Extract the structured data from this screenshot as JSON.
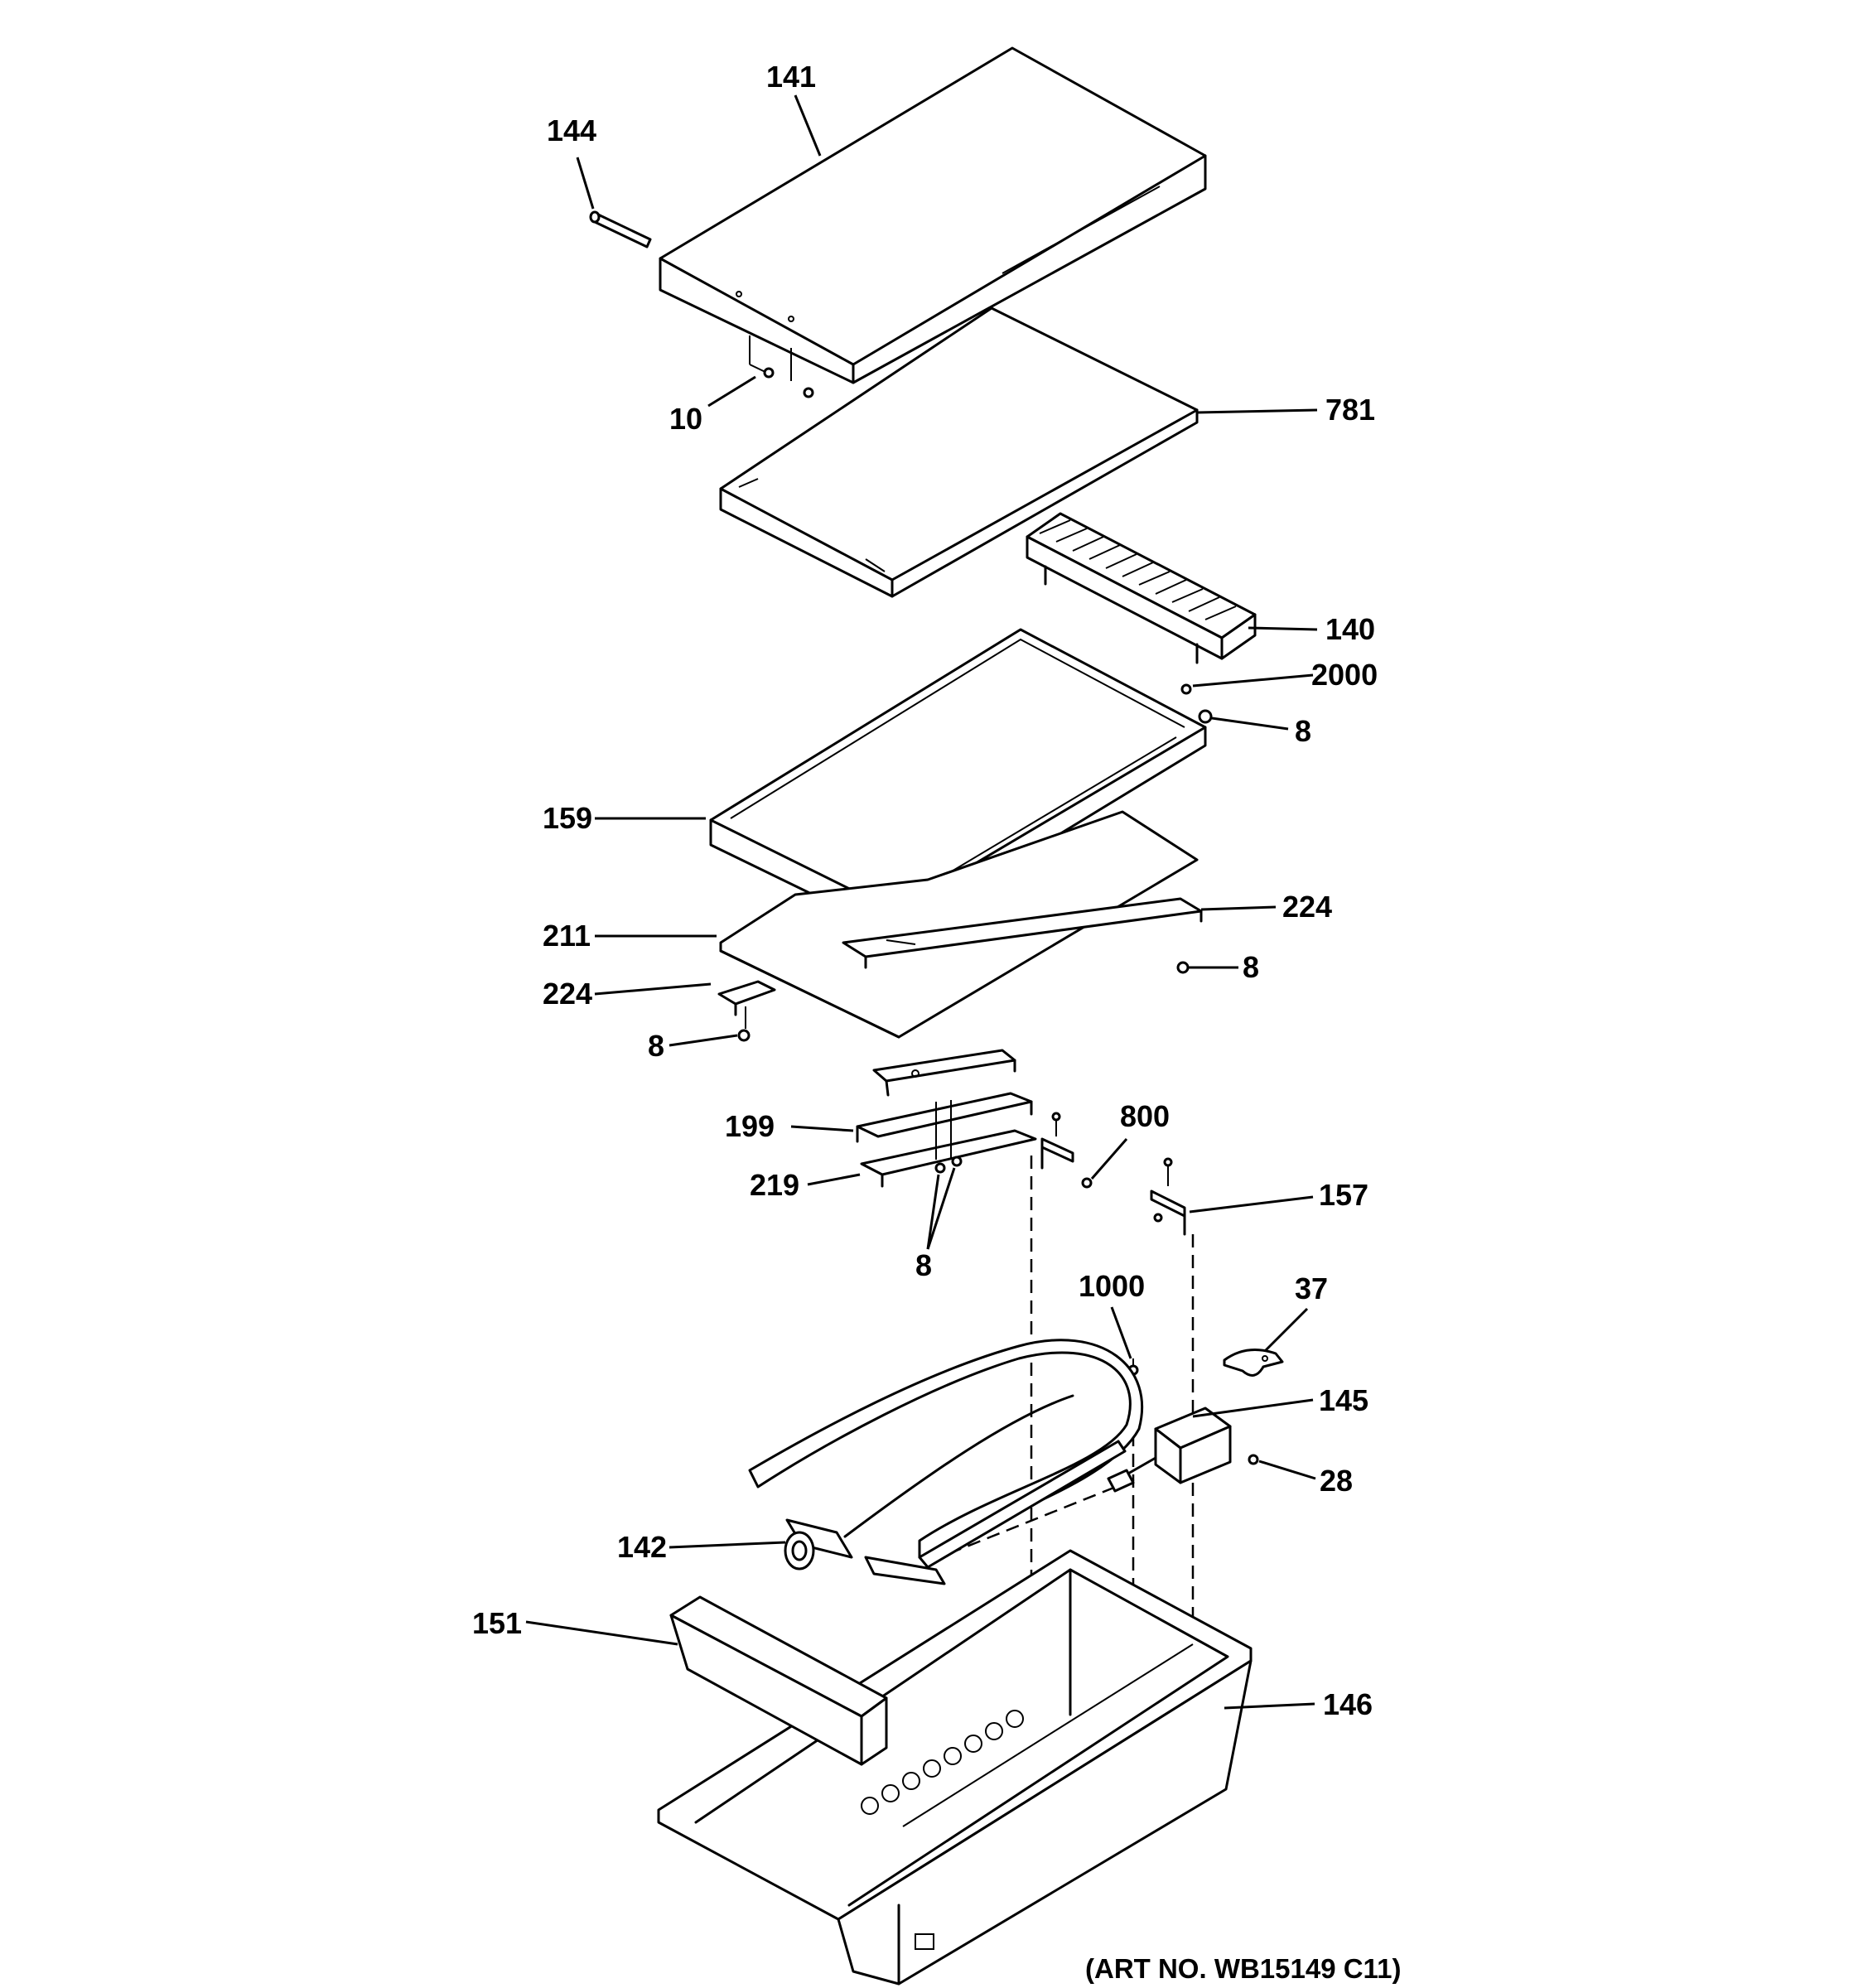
{
  "art_number": "(ART NO. WB15149 C11)",
  "callouts": {
    "c141": "141",
    "c144": "144",
    "c10": "10",
    "c781": "781",
    "c140": "140",
    "c2000": "2000",
    "c8_griddle": "8",
    "c159": "159",
    "c224_right": "224",
    "c211": "211",
    "c8_right": "8",
    "c224_left": "224",
    "c8_left": "8",
    "c199": "199",
    "c800": "800",
    "c219": "219",
    "c157": "157",
    "c8_bottom": "8",
    "c1000": "1000",
    "c37": "37",
    "c145": "145",
    "c28": "28",
    "c142": "142",
    "c151": "151",
    "c146": "146"
  }
}
